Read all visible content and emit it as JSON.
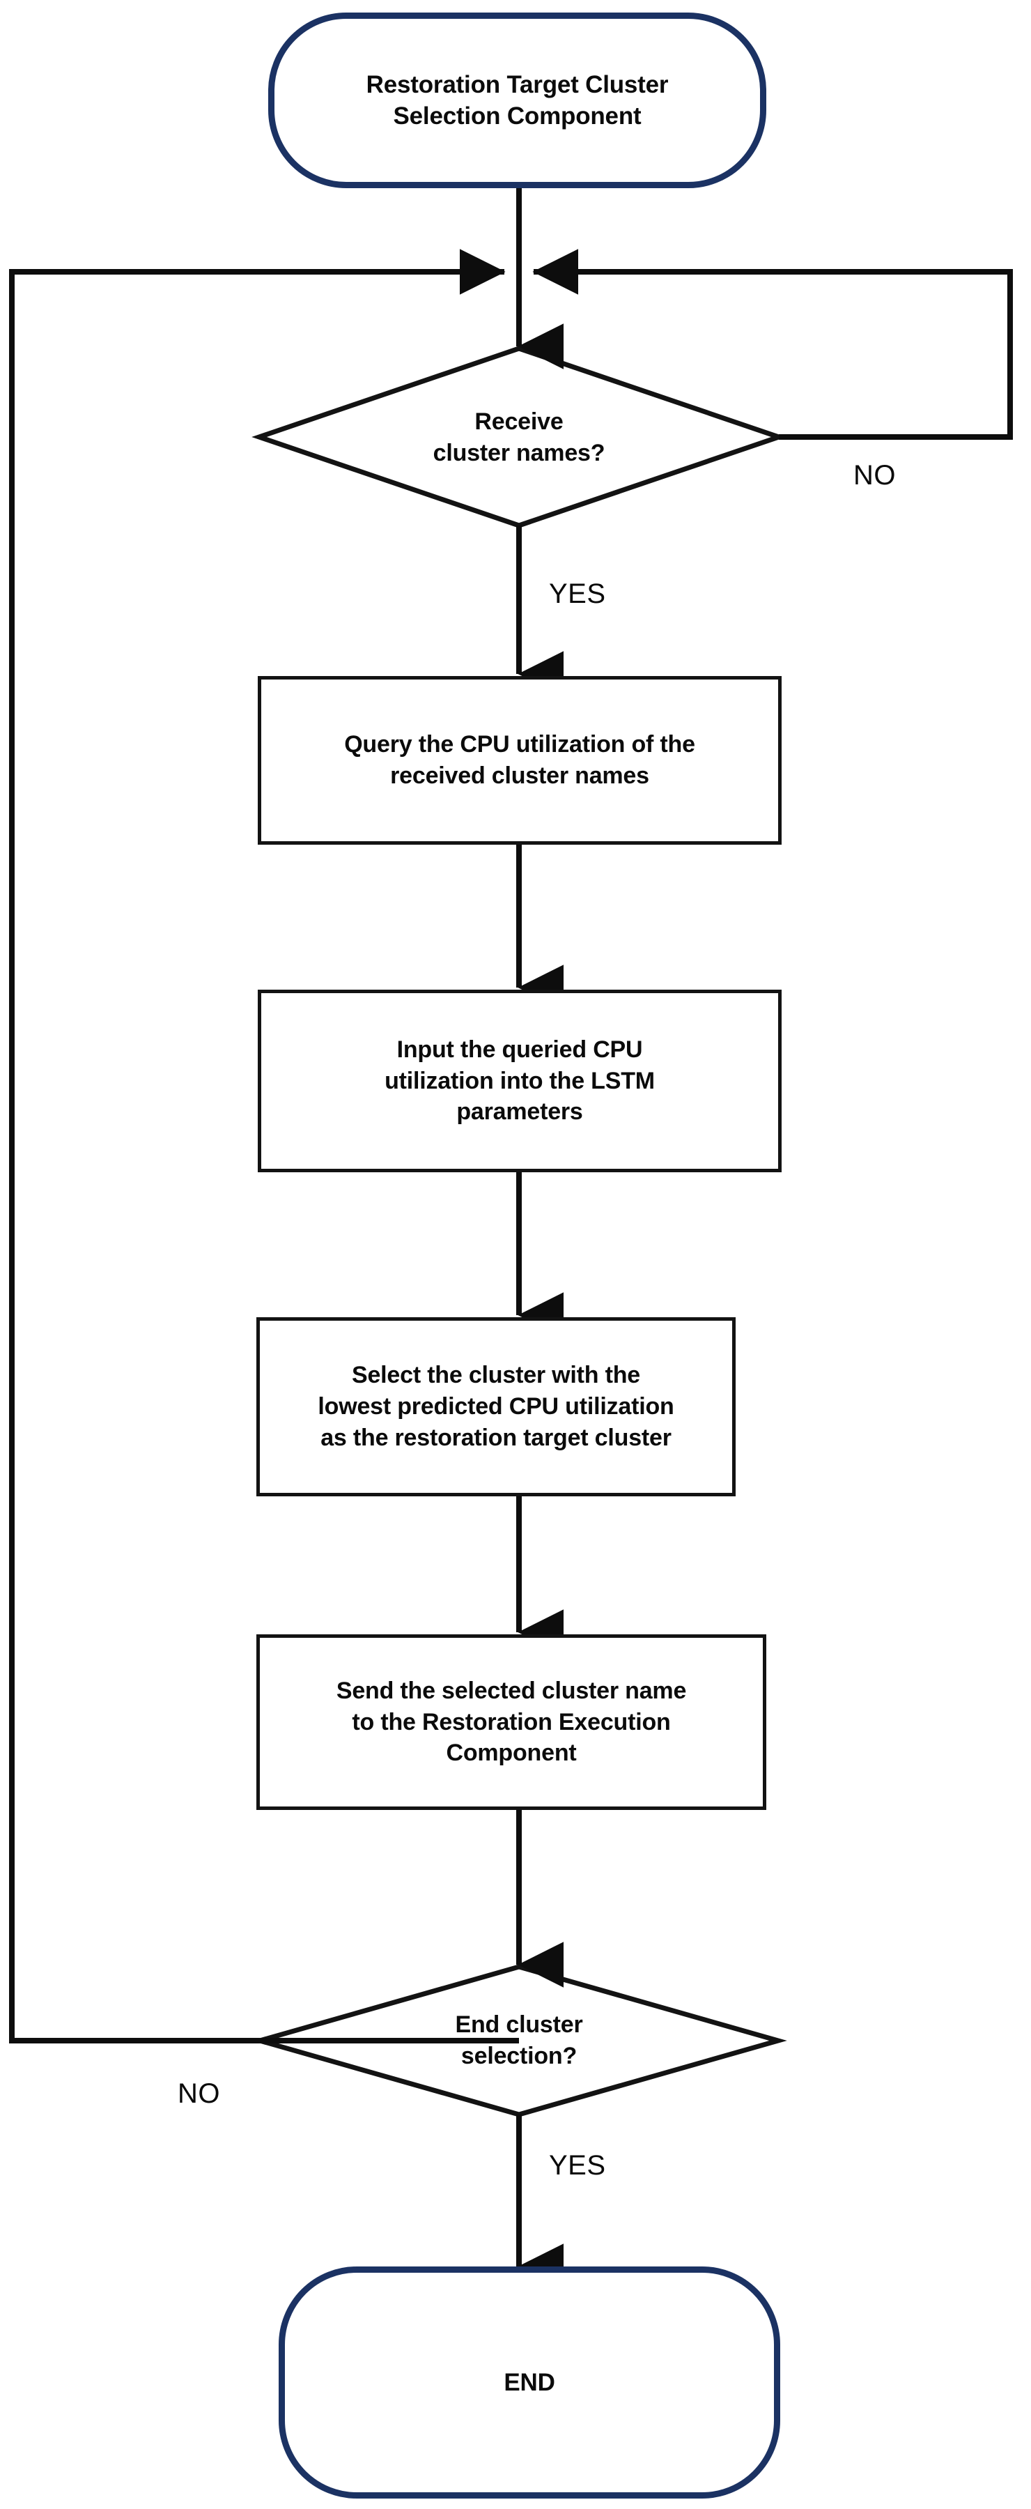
{
  "diagram": {
    "type": "flowchart",
    "title": "Restoration Target Cluster Selection Component flowchart",
    "colors": {
      "terminator_border": "#1b3263",
      "process_border": "#131313",
      "connector": "#0d0d0d",
      "text": "#0b0b0b",
      "background": "#ffffff"
    },
    "nodes": {
      "start": {
        "shape": "terminator",
        "line1": "Restoration Target Cluster",
        "line2": "Selection Component"
      },
      "decision_receive": {
        "shape": "decision",
        "line1": "Receive",
        "line2": "cluster names?"
      },
      "process_query": {
        "shape": "process",
        "line1": "Query the CPU utilization of the",
        "line2": "received cluster names"
      },
      "process_input_lstm": {
        "shape": "process",
        "line1": "Input the queried CPU",
        "line2": "utilization into the LSTM",
        "line3": "parameters"
      },
      "process_select": {
        "shape": "process",
        "line1": "Select the cluster with the",
        "line2": "lowest predicted CPU utilization",
        "line3": "as the restoration target cluster"
      },
      "process_send": {
        "shape": "process",
        "line1": "Send the selected cluster name",
        "line2": "to the Restoration Execution",
        "line3": "Component"
      },
      "decision_end": {
        "shape": "decision",
        "line1": "End cluster",
        "line2": "selection?"
      },
      "end": {
        "shape": "terminator",
        "line1": "END"
      }
    },
    "edge_labels": {
      "receive_no": "NO",
      "receive_yes": "YES",
      "end_no": "NO",
      "end_yes": "YES"
    }
  }
}
